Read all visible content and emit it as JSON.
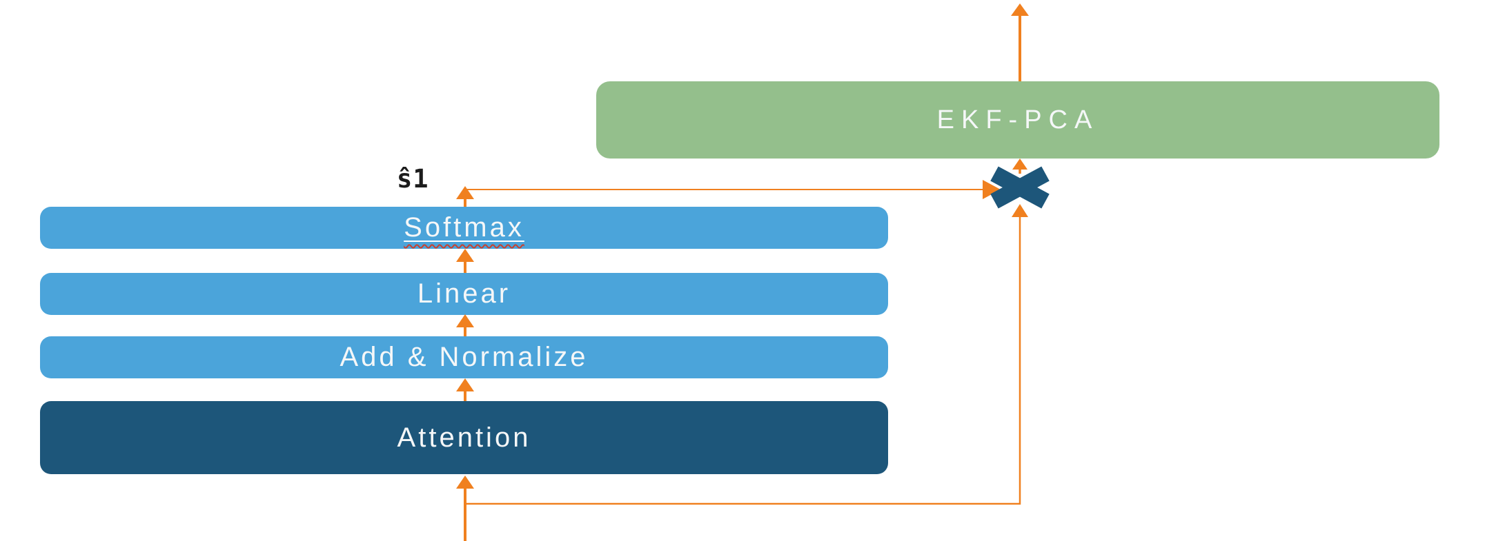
{
  "nodes": {
    "softmax": {
      "label": "Softmax"
    },
    "linear": {
      "label": "Linear"
    },
    "add_normalize": {
      "label": "Add & Normalize"
    },
    "attention": {
      "label": "Attention"
    },
    "ekf_pca": {
      "label": "EKF-PCA"
    }
  },
  "annotations": {
    "s_hat_output": {
      "label": "ŝ1"
    }
  },
  "operator": {
    "type": "multiply"
  },
  "colors": {
    "light_blue": "#4BA4DA",
    "dark_blue": "#1D567A",
    "green": "#94BF8C",
    "orange": "#F0801F",
    "spellcheck_red": "#C9402F",
    "annotation_text": "#1c1c1c",
    "node_text": "#F5F7F8"
  }
}
